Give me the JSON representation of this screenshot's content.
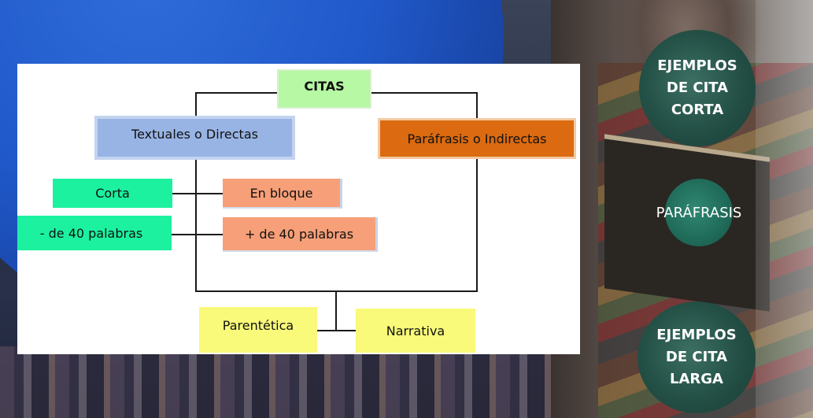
{
  "diagram": {
    "root": "CITAS",
    "left_branch": "Textuales o Directas",
    "right_branch": "Paráfrasis o Indirectas",
    "left_items": [
      "Corta",
      "- de 40 palabras"
    ],
    "right_items": [
      "En bloque",
      "+ de 40 palabras"
    ],
    "bottom_items": [
      "Parentética",
      "Narrativa"
    ]
  },
  "menu": {
    "ejemplos_corta_lines": [
      "EJEMPLOS",
      "DE CITA",
      "CORTA"
    ],
    "parafrasis": "PARÁFRASIS",
    "ejemplos_larga_lines": [
      "EJEMPLOS",
      "DE CITA",
      "LARGA"
    ]
  },
  "colors": {
    "citas": "#b6f8a3",
    "textuales": "#98b4e4",
    "parafrasis_box": "#db6a10",
    "green_items": "#1cf1a0",
    "orange_items": "#f69f78",
    "yellow_items": "#f9f97a",
    "menu_button": "#234f45"
  }
}
